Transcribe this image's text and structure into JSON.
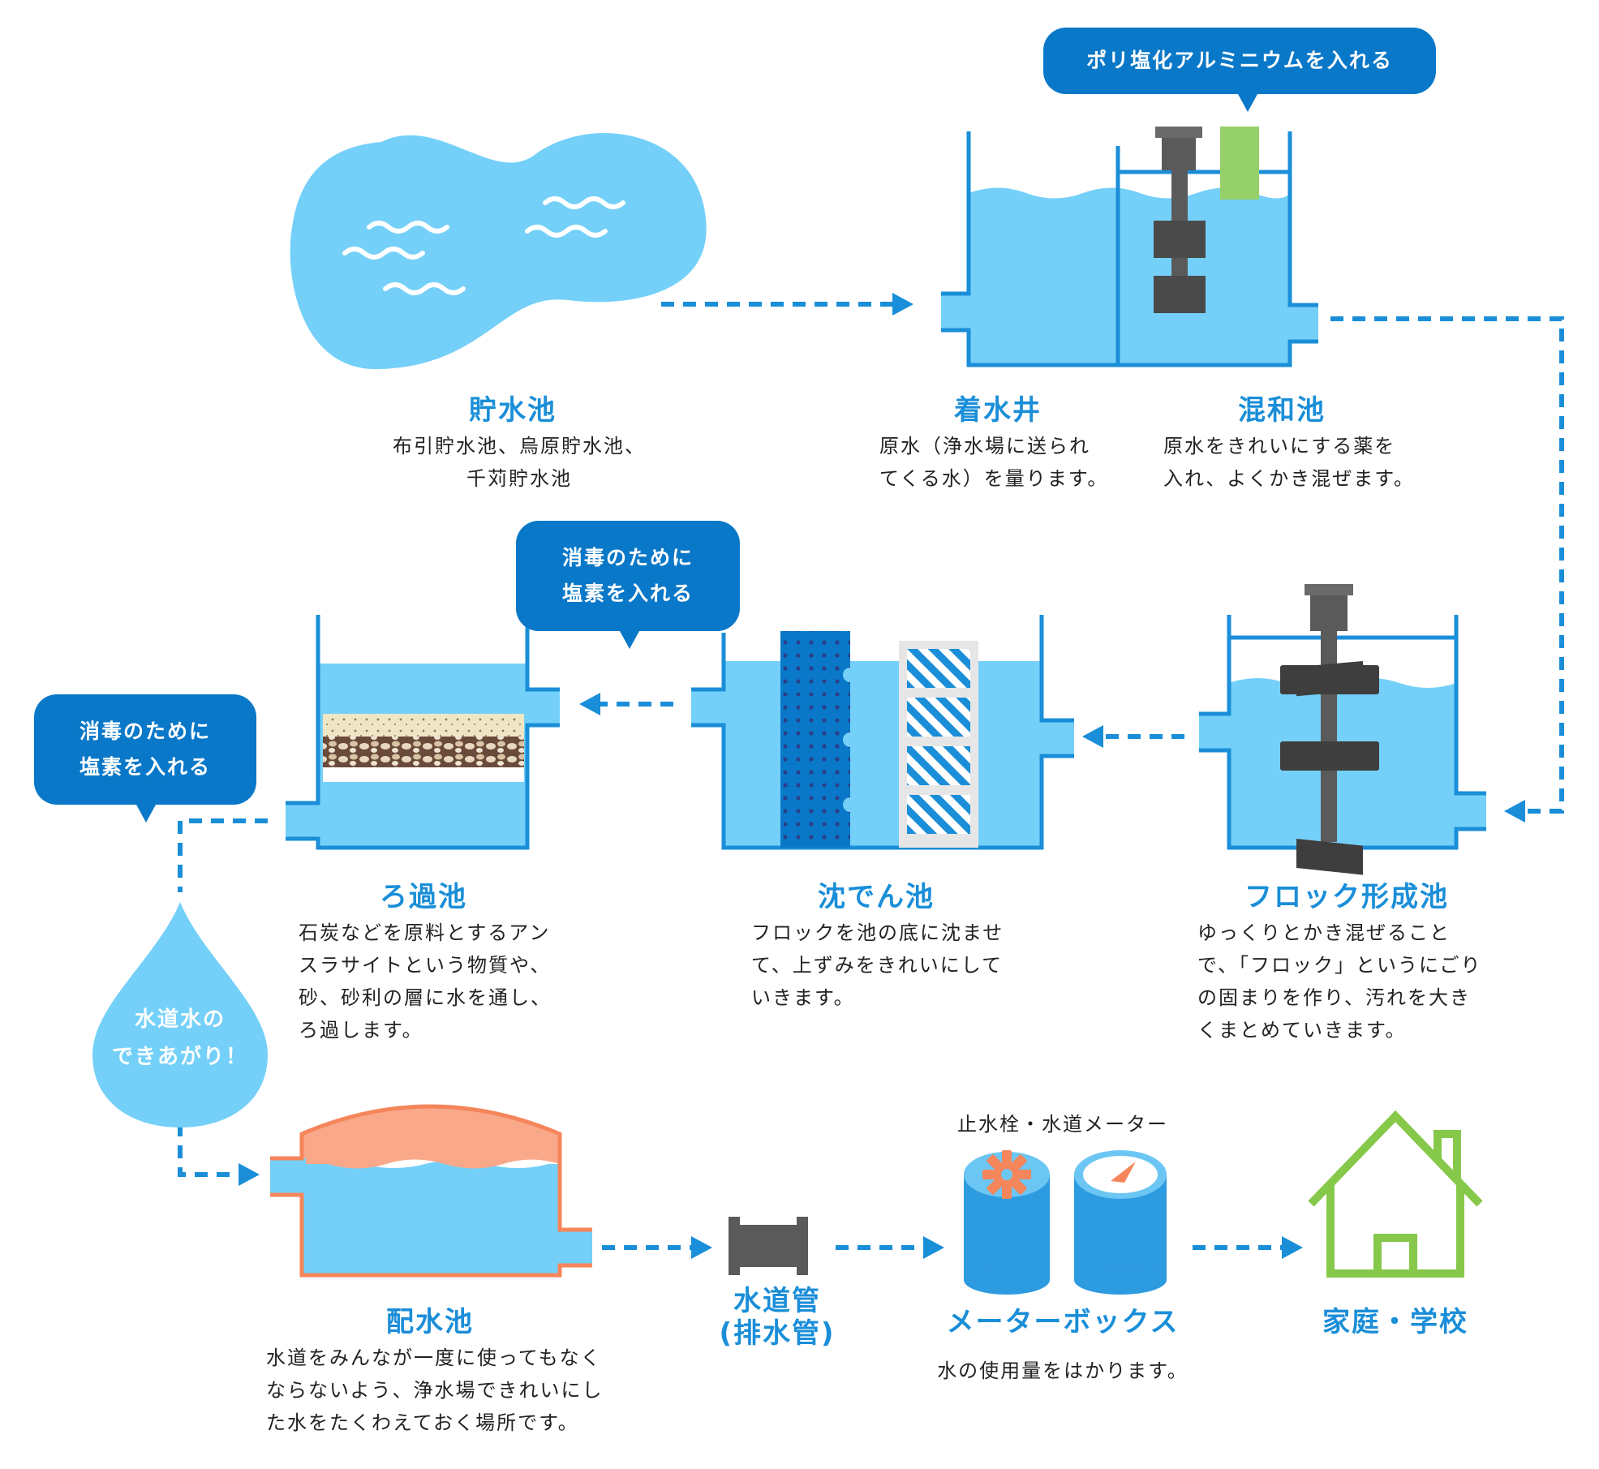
{
  "colors": {
    "water": "#74d0f8",
    "blue": "#1a8ed8",
    "dark_blue": "#0a78c8",
    "gray": "#5a5a5a",
    "green": "#86c84a",
    "orange": "#f5855a",
    "salmon": "#f9a98a"
  },
  "bubbles": {
    "chemical": "ポリ塩化アルミニウムを入れる",
    "chlorine1": [
      "消毒のために",
      "塩素を入れる"
    ],
    "chlorine2": [
      "消毒のために",
      "塩素を入れる"
    ]
  },
  "stages": {
    "reservoir": {
      "label": "貯水池",
      "desc": [
        "布引貯水池、烏原貯水池、",
        "千苅貯水池"
      ]
    },
    "receiving_well": {
      "label": "着水井",
      "desc": [
        "原水（浄水場に送られ",
        "てくる水）を量ります。"
      ]
    },
    "mixing": {
      "label": "混和池",
      "desc": [
        "原水をきれいにする薬を",
        "入れ、よくかき混ぜます。"
      ]
    },
    "floc": {
      "label": "フロック形成池",
      "desc": [
        "ゆっくりとかき混ぜること",
        "で、「フロック」というにごり",
        "の固まりを作り、汚れを大き",
        "くまとめていきます。"
      ]
    },
    "sedimentation": {
      "label": "沈でん池",
      "desc": [
        "フロックを池の底に沈ませ",
        "て、上ずみをきれいにして",
        "いきます。"
      ]
    },
    "filtration": {
      "label": "ろ過池",
      "desc": [
        "石炭などを原料とするアン",
        "スラサイトという物質や、",
        "砂、砂利の層に水を通し、",
        "ろ過します。"
      ]
    },
    "distribution": {
      "label": "配水池",
      "desc": [
        "水道をみんなが一度に使ってもなく",
        "ならないよう、浄水場できれいにし",
        "た水をたくわえておく場所です。"
      ]
    },
    "pipe": {
      "label": [
        "水道管",
        "(排水管)"
      ]
    },
    "meter": {
      "title": "止水栓・水道メーター",
      "label": "メーターボックス",
      "desc": "水の使用量をはかります。"
    },
    "home": {
      "label": "家庭・学校"
    }
  },
  "drop": [
    "水道水の",
    "できあがり！"
  ]
}
